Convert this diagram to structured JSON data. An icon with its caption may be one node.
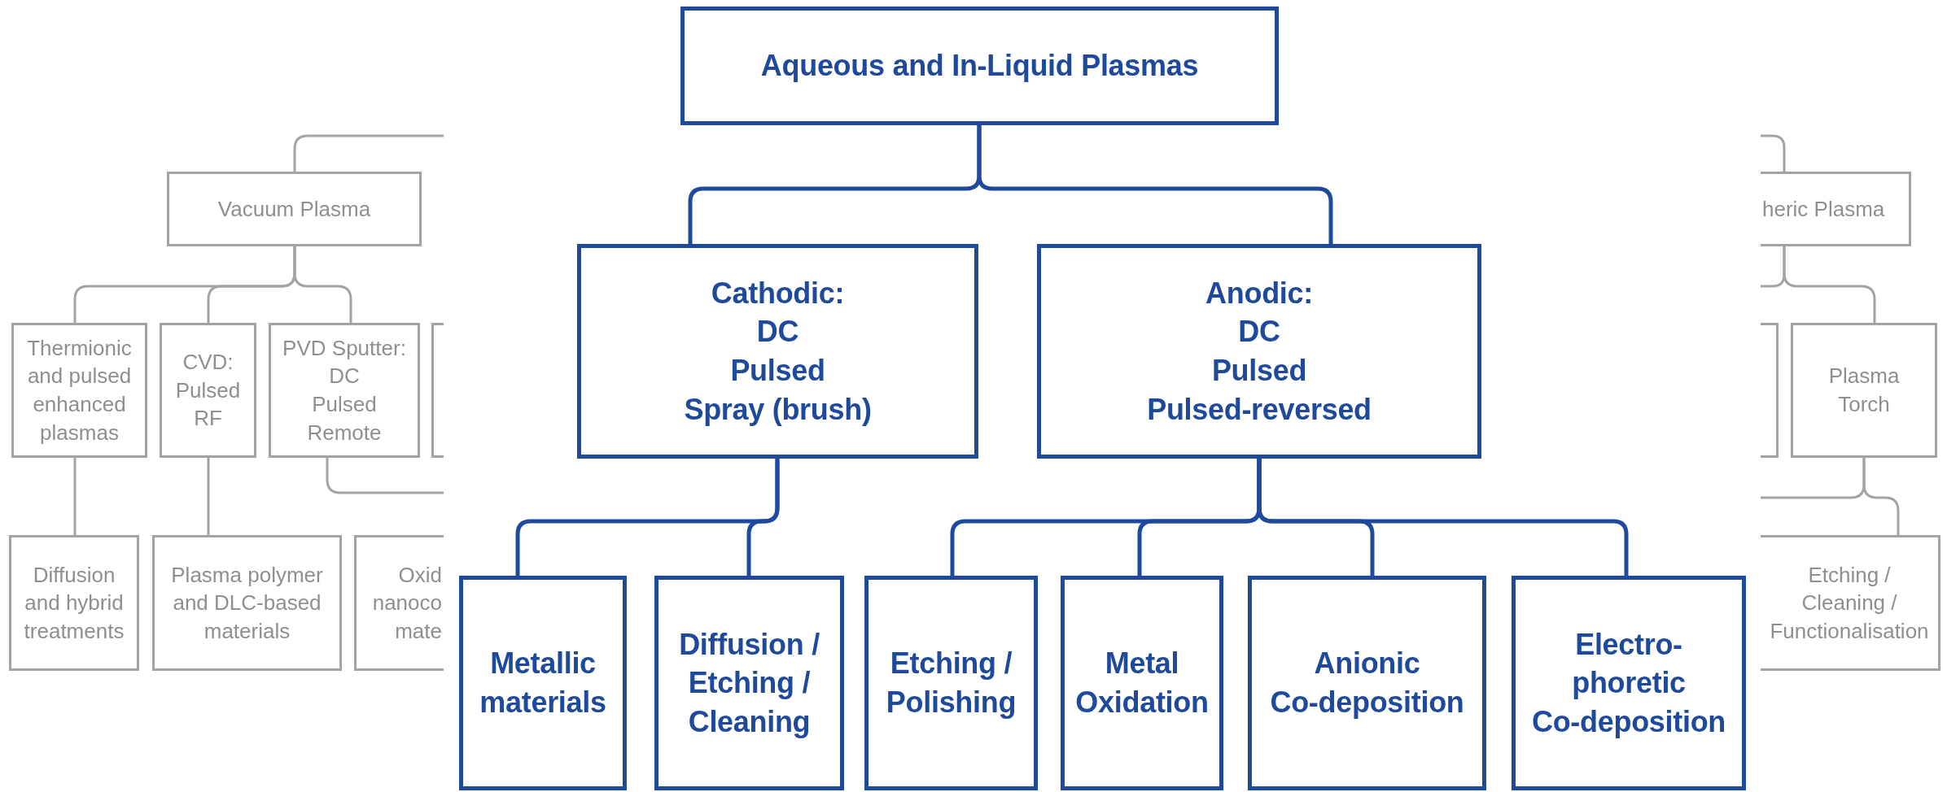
{
  "diagram": {
    "nodes": [
      {
        "text": [
          "Vacuum Plasma"
        ]
      },
      {
        "text": [
          "Thermionic and pulsed enhanced plasmas"
        ]
      },
      {
        "text": [
          "CVD:",
          "Pulsed",
          "RF"
        ]
      },
      {
        "text": [
          "PVD Sputter:",
          "DC",
          "Pulsed",
          "Remote"
        ]
      },
      {
        "text": [],
        "shape": "box"
      },
      {
        "text": [
          "Diffusion and hybrid treatments"
        ]
      },
      {
        "text": [
          "Plasma polymer and DLC-based materials"
        ]
      },
      {
        "text": [
          "Oxid nanoco mate"
        ]
      },
      {
        "text": [
          "Aqueous and In-Liquid Plasmas"
        ]
      },
      {
        "text": [
          "Cathodic:",
          "DC",
          "Pulsed",
          "Spray (brush)"
        ]
      },
      {
        "text": [
          "Anodic:",
          "DC",
          "Pulsed",
          "Pulsed-reversed"
        ]
      },
      {
        "text": [
          "Metallic materials"
        ]
      },
      {
        "text": [
          "Diffusion / Etching / Cleaning"
        ]
      },
      {
        "text": [
          "Etching / Polishing"
        ]
      },
      {
        "text": [
          "Metal Oxidation"
        ]
      },
      {
        "text": [
          "Anionic Co-deposition"
        ]
      },
      {
        "text": [
          "Electro- phoretic Co-deposition"
        ]
      },
      {
        "text": [
          "heric Plasma"
        ]
      },
      {
        "text": [],
        "shape": "box"
      },
      {
        "text": [
          "Plasma Torch"
        ]
      },
      {
        "text": [
          "Etching / Cleaning / Functionalisation"
        ]
      }
    ],
    "edges": [
      {
        "from": 8,
        "to": 9,
        "arrow": "none",
        "color": "#1f4a9c"
      },
      {
        "from": 8,
        "to": 10,
        "arrow": "none",
        "color": "#1f4a9c"
      },
      {
        "from": 9,
        "to": 11,
        "arrow": "none",
        "color": "#1f4a9c"
      },
      {
        "from": 9,
        "to": 12,
        "arrow": "none",
        "color": "#1f4a9c"
      },
      {
        "from": 10,
        "to": 13,
        "arrow": "none",
        "color": "#1f4a9c"
      },
      {
        "from": 10,
        "to": 14,
        "arrow": "none",
        "color": "#1f4a9c"
      },
      {
        "from": 10,
        "to": 15,
        "arrow": "none",
        "color": "#1f4a9c"
      },
      {
        "from": 10,
        "to": 16,
        "arrow": "none",
        "color": "#1f4a9c"
      },
      {
        "from": null,
        "to": 0,
        "arrow": "none"
      },
      {
        "from": 0,
        "to": 1,
        "arrow": "none"
      },
      {
        "from": 0,
        "to": 2,
        "arrow": "none"
      },
      {
        "from": 0,
        "to": 3,
        "arrow": "none"
      },
      {
        "from": 1,
        "to": 5,
        "arrow": "none"
      },
      {
        "from": 2,
        "to": 6,
        "arrow": "none"
      },
      {
        "from": 3,
        "to": null,
        "arrow": "none"
      },
      {
        "from": null,
        "to": 17,
        "arrow": "none"
      },
      {
        "from": 17,
        "to": 19,
        "arrow": "none"
      },
      {
        "from": 19,
        "to": 20,
        "arrow": "none"
      },
      {
        "from": 17,
        "to": null,
        "arrow": "none"
      },
      {
        "from": 19,
        "to": null,
        "arrow": "none"
      }
    ]
  }
}
